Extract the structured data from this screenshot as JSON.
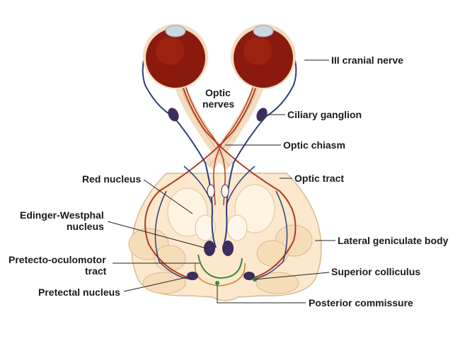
{
  "labels": {
    "iii_cranial_nerve": "III cranial nerve",
    "optic_nerves_line1": "Optic",
    "optic_nerves_line2": "nerves",
    "ciliary_ganglion": "Ciliary ganglion",
    "optic_chiasm": "Optic chiasm",
    "red_nucleus": "Red nucleus",
    "optic_tract": "Optic tract",
    "edinger_westphal_line1": "Edinger-Westphal",
    "edinger_westphal_line2": "nucleus",
    "lateral_geniculate_body": "Lateral geniculate body",
    "pretecto_oculomotor_line1": "Pretecto-oculomotor",
    "pretecto_oculomotor_line2": "tract",
    "superior_colliculus": "Superior colliculus",
    "pretectal_nucleus": "Pretectal nucleus",
    "posterior_commissure": "Posterior commissure"
  },
  "colors": {
    "eyeball": "#8b1a0e",
    "eye_highlight": "#c0401a",
    "nerve_fill": "#f3dcc0",
    "nerve_red": "#b33a1e",
    "nerve_blue": "#2e3f7a",
    "brain_fill": "#fbe8cd",
    "brain_stroke": "#d9b991",
    "ganglion": "#3d2c5e",
    "pretectal_green": "#3a8a3a",
    "lens": "#c9d7e0"
  }
}
